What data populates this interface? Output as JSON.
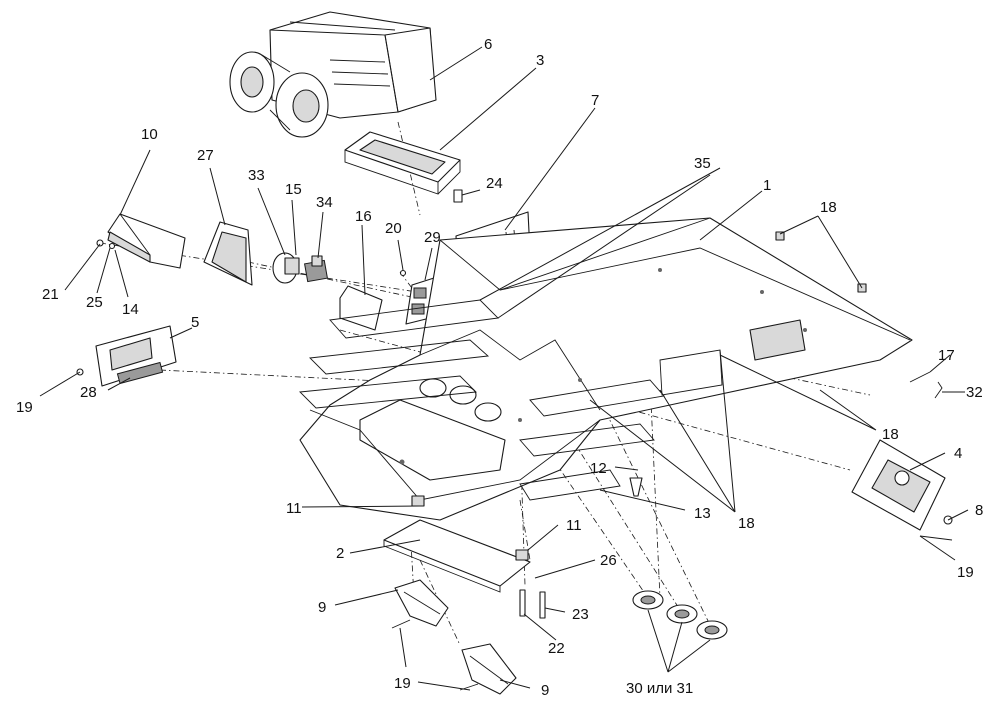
{
  "callouts": {
    "c1": "1",
    "c2": "2",
    "c3": "3",
    "c4": "4",
    "c5": "5",
    "c6": "6",
    "c7": "7",
    "c8": "8",
    "c9a": "9",
    "c9b": "9",
    "c10": "10",
    "c11a": "11",
    "c11b": "11",
    "c12": "12",
    "c13": "13",
    "c14": "14",
    "c15": "15",
    "c16": "16",
    "c17": "17",
    "c18a": "18",
    "c18b": "18",
    "c18c": "18",
    "c19a": "19",
    "c19b": "19",
    "c19c": "19",
    "c20": "20",
    "c21": "21",
    "c22": "22",
    "c23": "23",
    "c24": "24",
    "c25": "25",
    "c26": "26",
    "c27": "27",
    "c28": "28",
    "c29": "29",
    "c30": "30 или 31",
    "c32": "32",
    "c33": "33",
    "c34": "34",
    "c35": "35"
  },
  "colors": {
    "line": "#1a1a1a",
    "shade": "#d9d9d9",
    "background": "#ffffff"
  }
}
